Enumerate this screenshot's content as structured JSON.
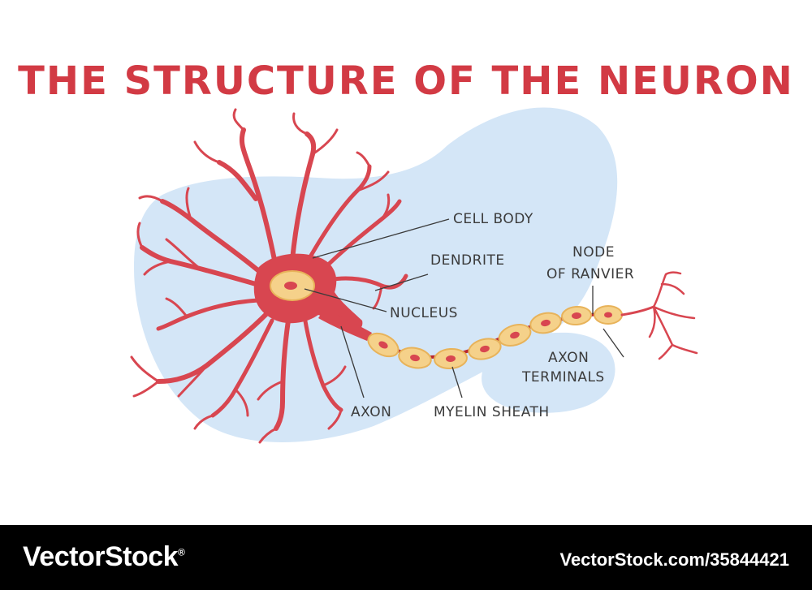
{
  "title": "THE STRUCTURE OF THE NEURON",
  "labels": {
    "cell_body": "CELL BODY",
    "dendrite": "DENDRITE",
    "nucleus": "NUCLEUS",
    "node_line1": "NODE",
    "node_line2": "OF RANVIER",
    "axon_terminals_line1": "AXON",
    "axon_terminals_line2": "TERMINALS",
    "axon": "AXON",
    "myelin_sheath": "MYELIN SHEATH"
  },
  "footer": {
    "brand": "VectorStock",
    "registered_mark": "®",
    "image_id": "VectorStock.com/35844421"
  },
  "colors": {
    "title": "#d23a44",
    "neuron": "#d84650",
    "neuron_dark": "#b8262f",
    "myelin": "#f5d18a",
    "blob": "#d4e6f7",
    "label_text": "#3b3b3b"
  }
}
